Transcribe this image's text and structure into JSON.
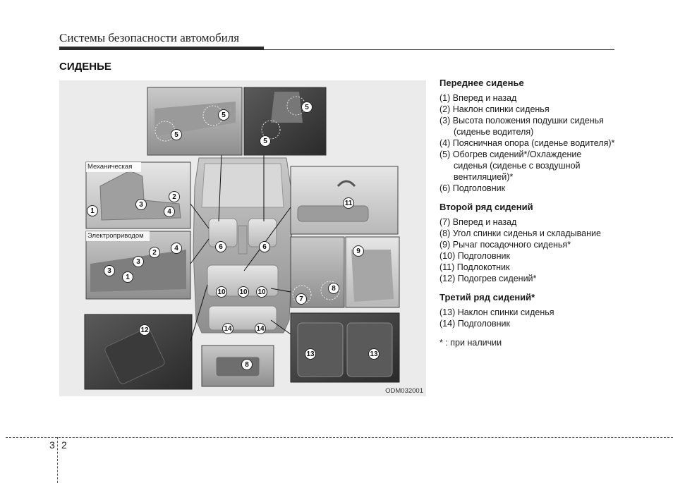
{
  "header": {
    "title": "Системы безопасности автомобиля"
  },
  "section": {
    "title": "СИДЕНЬЕ"
  },
  "figure": {
    "code": "ODM032001",
    "label_mechanical": "Механическая",
    "label_power": "Электроприводом",
    "callouts": {
      "c1a": "1",
      "c2a": "2",
      "c3a": "3",
      "c4a": "4",
      "c1b": "1",
      "c2b": "2",
      "c3b": "3",
      "c3c": "3",
      "c4b": "4",
      "c5a": "5",
      "c5b": "5",
      "c5c": "5",
      "c5d": "5",
      "c6a": "6",
      "c6b": "6",
      "c7": "7",
      "c8a": "8",
      "c8b": "8",
      "c9": "9",
      "c10a": "10",
      "c10b": "10",
      "c10c": "10",
      "c11": "11",
      "c12": "12",
      "c13a": "13",
      "c13b": "13",
      "c14a": "14",
      "c14b": "14"
    }
  },
  "front": {
    "title": "Переднее сиденье",
    "items": [
      "(1) Вперед и назад",
      "(2) Наклон спинки сиденья",
      "(3) Высота положения подушки сиденья (сиденье водителя)",
      "(4) Поясничная опора (сиденье водителя)*",
      "(5) Обогрев сидений*/Охлаждение сиденья (сиденье с воздушной вентиляцией)*",
      "(6) Подголовник"
    ]
  },
  "second": {
    "title": "Второй ряд сидений",
    "items": [
      "(7) Вперед и назад",
      "(8) Угол спинки сиденья и складывание",
      "(9) Рычаг посадочного сиденья*",
      "(10) Подголовник",
      "(11) Подлокотник",
      "(12) Подогрев сидений*"
    ]
  },
  "third": {
    "title": "Третий ряд сидений*",
    "items": [
      "(13) Наклон спинки сиденья",
      "(14) Подголовник"
    ]
  },
  "footnote": "* : при наличии",
  "page": {
    "chapter": "3",
    "number": "2"
  }
}
